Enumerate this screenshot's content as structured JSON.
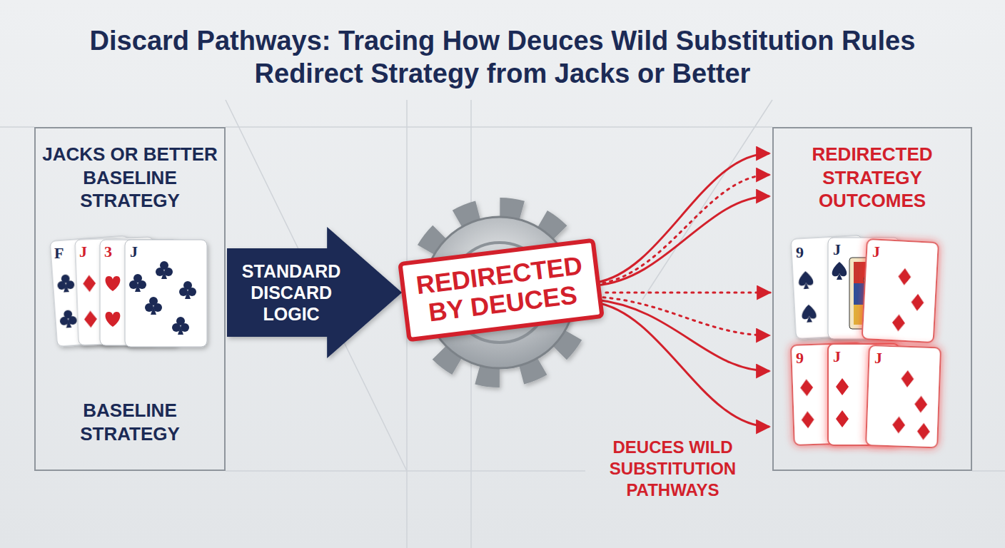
{
  "diagram": {
    "title": "Discard Pathways: Tracing How Deuces Wild Substitution Rules Redirect Strategy from Jacks or Better",
    "nodes": [
      {
        "text": [
          "JACKS OR BETTER BASELINE STRATEGY",
          "BASELINE STRATEGY"
        ]
      },
      {
        "text": [
          "REDIRECTED BY DEUCES"
        ]
      },
      {
        "text": [
          "REDIRECTED STRATEGY OUTCOMES"
        ]
      }
    ],
    "edges": [
      {
        "from": 0,
        "to": 1,
        "arrow": "to",
        "label": "STANDARD DISCARD LOGIC"
      },
      {
        "from": 1,
        "to": 2,
        "arrow": "to"
      }
    ],
    "labels": [
      "F",
      "J",
      "3",
      "J",
      "9",
      "J",
      "J",
      "9",
      "J",
      "J",
      "DEUCES WILD SUBSTITUTION PATHWAYS"
    ]
  }
}
